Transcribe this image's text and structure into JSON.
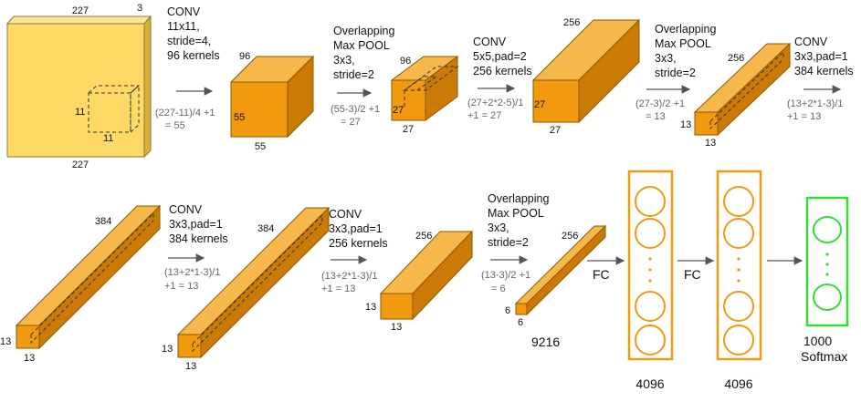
{
  "stages": {
    "input": {
      "top": "227",
      "depth": "3",
      "bottom": "227",
      "kernel_a": "11",
      "kernel_b": "11"
    },
    "conv1": {
      "op": [
        "CONV",
        "11x11,",
        "stride=4,",
        "96 kernels"
      ],
      "calc": [
        "(227-11)/4 +1",
        "= 55"
      ],
      "depth": "96",
      "front": "55",
      "bottom": "55"
    },
    "pool1": {
      "op": [
        "Overlapping",
        "Max POOL",
        "3x3,",
        "stride=2"
      ],
      "calc": [
        "(55-3)/2 +1",
        "= 27"
      ],
      "depth": "96",
      "front": "27",
      "bottom": "27"
    },
    "conv2": {
      "op": [
        "CONV",
        "5x5,pad=2",
        "256 kernels"
      ],
      "calc": [
        "(27+2*2-5)/1",
        "+1  = 27"
      ],
      "depth": "256",
      "front": "27",
      "bottom": "27"
    },
    "pool2": {
      "op": [
        "Overlapping",
        "Max POOL",
        "3x3,",
        "stride=2"
      ],
      "calc": [
        "(27-3)/2 +1",
        "= 13"
      ],
      "depth": "256",
      "front": "13",
      "bottom": "13"
    },
    "conv3": {
      "op": [
        "CONV",
        "3x3,pad=1",
        "384 kernels"
      ],
      "calc": [
        "(13+2*1-3)/1",
        "+1  = 13"
      ]
    },
    "block4": {
      "depth": "384",
      "front": "13",
      "bottom": "13"
    },
    "conv4": {
      "op": [
        "CONV",
        "3x3,pad=1",
        "384 kernels"
      ],
      "calc": [
        "(13+2*1-3)/1",
        "+1  = 13"
      ]
    },
    "block5": {
      "depth": "384",
      "front": "13",
      "bottom": "13"
    },
    "conv5": {
      "op": [
        "CONV",
        "3x3,pad=1",
        "256 kernels"
      ],
      "calc": [
        "(13+2*1-3)/1",
        "+1  = 13"
      ]
    },
    "block6": {
      "depth": "256",
      "front": "13",
      "bottom": "13"
    },
    "pool3": {
      "op": [
        "Overlapping",
        "Max POOL",
        "3x3,",
        "stride=2"
      ],
      "calc": [
        "(13-3)/2 +1",
        "= 6"
      ]
    },
    "block7": {
      "depth": "256",
      "front": "6",
      "bottom": "6",
      "flat": "9216"
    },
    "fc1": {
      "arrow_label": "FC",
      "size": "4096"
    },
    "fc2": {
      "arrow_label": "FC",
      "size": "4096"
    },
    "softmax": {
      "lines": [
        "1000",
        "Softmax"
      ]
    }
  },
  "colors": {
    "input_front": "#ffd966",
    "input_side": "#d9b13a",
    "input_top": "#ffe599",
    "box_front": "#f1990f",
    "box_side": "#cc7a06",
    "box_top": "#f7b84b",
    "fc_stroke": "#f1990f",
    "softmax_stroke": "#33dd33",
    "arrow": "#555555",
    "text": "#111111",
    "calc": "#666666"
  }
}
